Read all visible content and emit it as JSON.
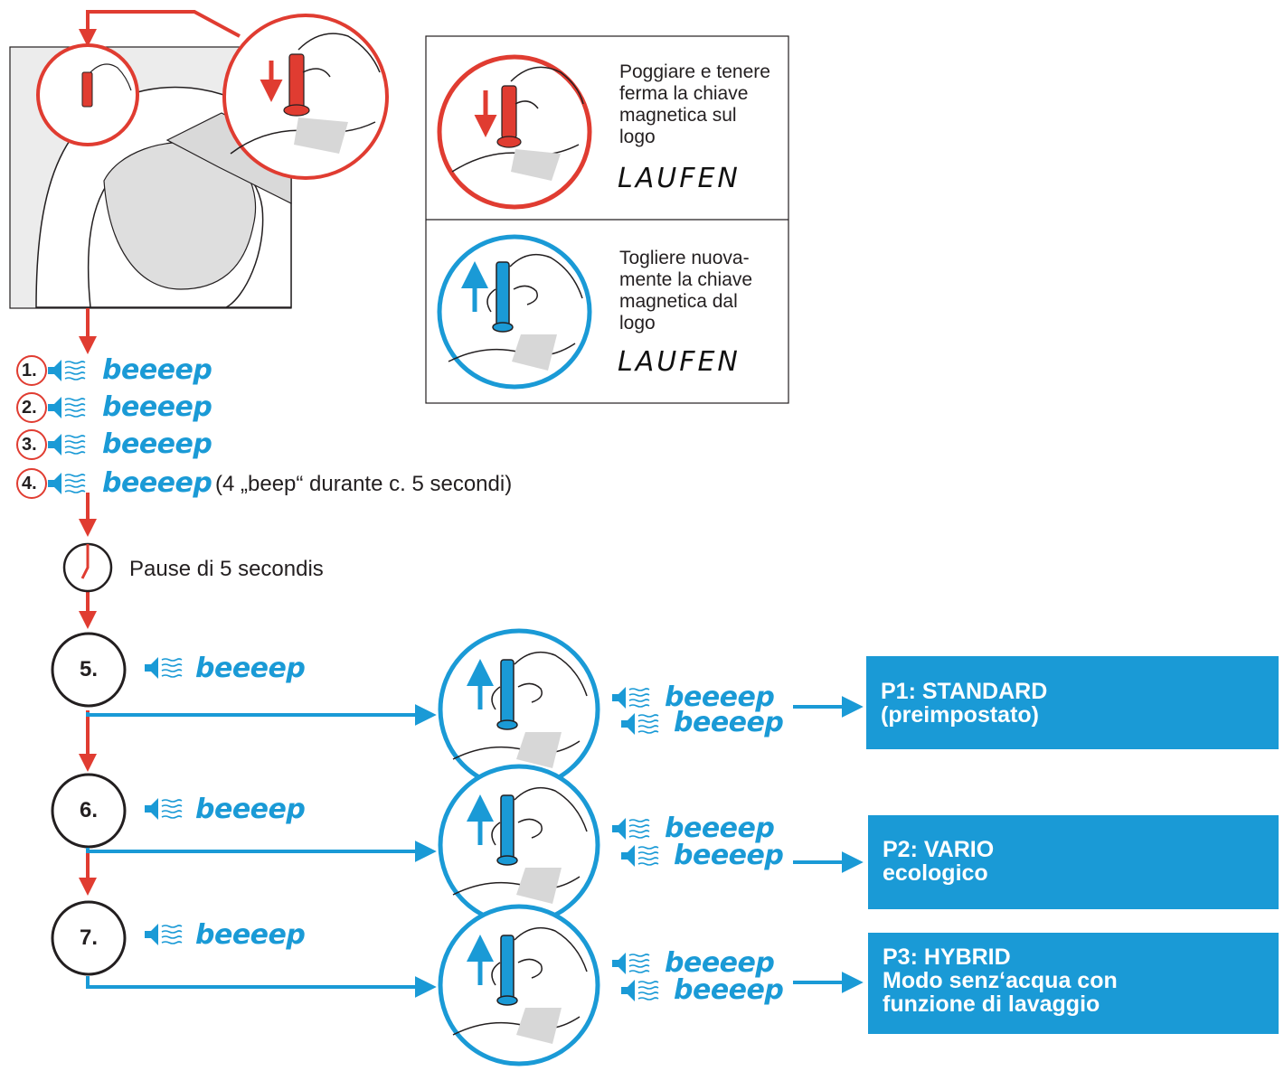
{
  "instructions": {
    "place": {
      "lines": [
        "Poggiare e tenere",
        "ferma la chiave",
        "magnetica sul",
        "logo"
      ],
      "logo": "LAUFEN"
    },
    "remove": {
      "lines": [
        "Togliere nuova-",
        "mente la chiave",
        "magnetica dal",
        "logo"
      ],
      "logo": "LAUFEN"
    }
  },
  "beeps": {
    "sound": "beeeep",
    "steps": [
      "1.",
      "2.",
      "3.",
      "4."
    ],
    "note": "(4 „beep“ durante c. 5 secondi)"
  },
  "pause": {
    "label": "Pause di 5 secondis"
  },
  "modes": [
    {
      "step": "5.",
      "beep": "beeeep",
      "confirm": [
        "beeeep",
        "beeeep"
      ],
      "result": [
        "P1: STANDARD",
        "(preimpostato)"
      ]
    },
    {
      "step": "6.",
      "beep": "beeeep",
      "confirm": [
        "beeeep",
        "beeeep"
      ],
      "result": [
        "P2: VARIO",
        "ecologico"
      ]
    },
    {
      "step": "7.",
      "beep": "beeeep",
      "confirm": [
        "beeeep",
        "beeeep"
      ],
      "result": [
        "P3: HYBRID",
        "Modo senz‘acqua con",
        "funzione di lavaggio"
      ]
    }
  ],
  "colors": {
    "red": "#e03c31",
    "blue": "#1a9ad6",
    "text": "#231f20"
  },
  "icons": [
    "speaker-icon",
    "sound-wave-icon",
    "stopwatch-icon",
    "magnetic-key-icon",
    "arrow-down-icon",
    "arrow-up-icon"
  ]
}
